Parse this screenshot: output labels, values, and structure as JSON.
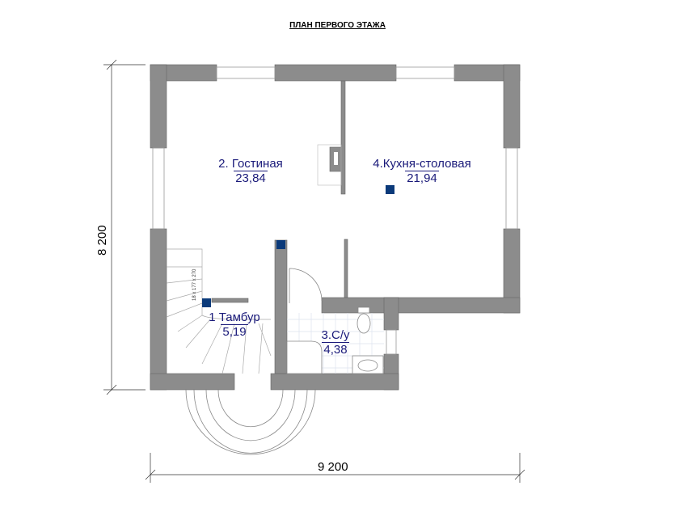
{
  "title": "ПЛАН ПЕРВОГО ЭТАЖА",
  "rooms": [
    {
      "name": "2. Гостиная",
      "area": "23,84"
    },
    {
      "name": "4.Кухня-столовая",
      "area": "21,94"
    },
    {
      "name": "1 Тамбур",
      "area": "5,19"
    },
    {
      "name": "3.С/у",
      "area": "4,38"
    }
  ],
  "dimensions": {
    "width": "9 200",
    "height": "8 200"
  },
  "stair_note": "18 x 177 x 270",
  "colors": {
    "wall": "#8c8c8c",
    "label": "#1a1a7a",
    "marker": "#0b3a7a"
  }
}
